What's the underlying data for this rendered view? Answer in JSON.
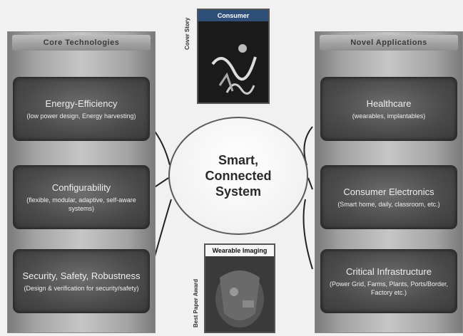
{
  "left_panel": {
    "header": "Core Technologies",
    "items": [
      {
        "title": "Energy-Efficiency",
        "subtitle": "(low power design, Energy harvesting)"
      },
      {
        "title": "Configurability",
        "subtitle": "(flexible, modular, adaptive, self-aware systems)"
      },
      {
        "title": "Security, Safety, Robustness",
        "subtitle": "(Design & verification for security/safety)"
      }
    ]
  },
  "right_panel": {
    "header": "Novel Applications",
    "items": [
      {
        "title": "Healthcare",
        "subtitle": "(wearables, implantables)"
      },
      {
        "title": "Consumer Electronics",
        "subtitle": "(Smart home, daily, classroom, etc.)"
      },
      {
        "title": "Critical Infrastructure",
        "subtitle": "(Power Grid, Farms, Plants, Ports/Border, Factory etc.)"
      }
    ]
  },
  "center": {
    "lines": [
      "Smart,",
      "Connected",
      "System"
    ]
  },
  "top_figure": {
    "side_label": "Cover Story",
    "title": "Consumer"
  },
  "bottom_figure": {
    "side_label": "Best Paper Award",
    "title": "Wearable Imaging"
  }
}
